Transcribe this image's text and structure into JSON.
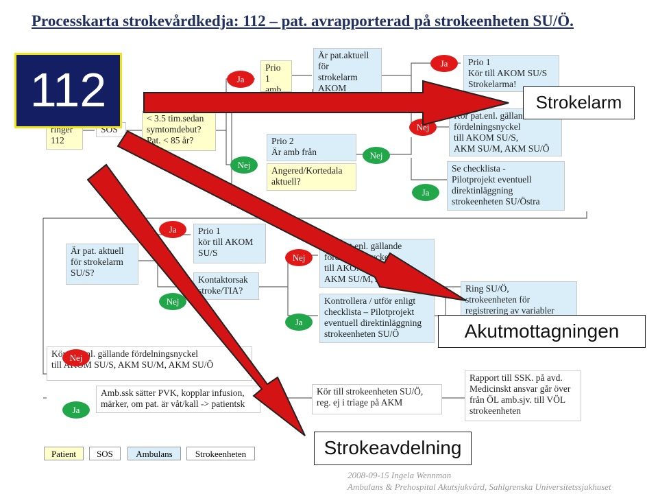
{
  "title": "Processkarta strokevårdkedja: 112 – pat. avrapporterad på strokeenheten SU/Ö.",
  "badge_112": "112",
  "boxes": {
    "ringer112": "ringer\n112",
    "sos": "SOS",
    "symtom": "< 3.5 tim.sedan\nsymtomdebut?\nPat. < 85 år?",
    "prio1amb": "Prio 1\namb\nlarm",
    "aktuell_akom": "Är pat.aktuell\nför\nstrokelarm\nAKOM",
    "prio1_akom": "Prio 1\nKör till AKOM SU/S\nStrokelarma!",
    "fordelning1": "Kör pat.enl. gällande\nfördelningsnyckel\ntill AKOM SU/S,\nAKM SU/M, AKM SU/Ö",
    "checklista1": "Se checklista -\nPilotprojekt eventuell\ndirektinläggning\nstrokeenheten SU/Östra",
    "prio2": "Prio 2\nÄr amb från",
    "angered": "Angered/Kortedala\naktuell?",
    "aktuell_sus": "Är pat. aktuell\nför strokelarm\nSU/S?",
    "prio1_sus": "Prio 1\nkör till AKOM\nSU/S",
    "kontakt": "Kontaktorsak\nstroke/TIA?",
    "fordelning2": "Kör pat.enl. gällande\nfördelningsnyckel\ntill AKOM SU/S,\nAKM SU/M, AKM SU/Ö",
    "kontrollera": "Kontrollera / utför enligt\nchecklista – Pilotprojekt\neventuell direktinläggning\nstrokeenheten SU/Ö",
    "ring_su": "Ring SU/Ö,\nstrokeenheten för\nregistrering av variabler",
    "fordelning3": "Kör pat.enl. gällande fördelningsnyckel\ntill AKOM SU/S, AKM SU/M, AKM SU/Ö",
    "ambssk": "Amb.ssk sätter PVK, kopplar infusion,\nmärker, om pat. är våt/kall -> patientsk",
    "kor_strokeenh": "Kör till strokeenheten SU/Ö,\nreg. ej i triage på AKM",
    "rapport": "Rapport till SSK. på avd.\nMedicinskt ansvar går över\nfrån ÖL amb.sjv. till VÖL\nstrokeenheten"
  },
  "ovals": {
    "ja": "Ja",
    "nej": "Nej"
  },
  "callouts": {
    "strokelarm": "Strokelarm",
    "akutmottagningen": "Akutmottagningen",
    "strokeavdelning": "Strokeavdelning"
  },
  "legend": [
    "Patient",
    "SOS",
    "Ambulans",
    "Strokeenheten"
  ],
  "colors": {
    "patient": "#ffffcc",
    "sos": "#ffffff",
    "ambulans": "#d9eef8",
    "strokeenheten": "#ffffff",
    "arrow": "#d41414",
    "badge": "#141f63"
  },
  "footer": {
    "line1": "2008-09-15 Ingela Wennman",
    "line2": "Ambulans & Prehospital Akutsjukvård,  Sahlgrenska Universitetssjukhuset"
  }
}
